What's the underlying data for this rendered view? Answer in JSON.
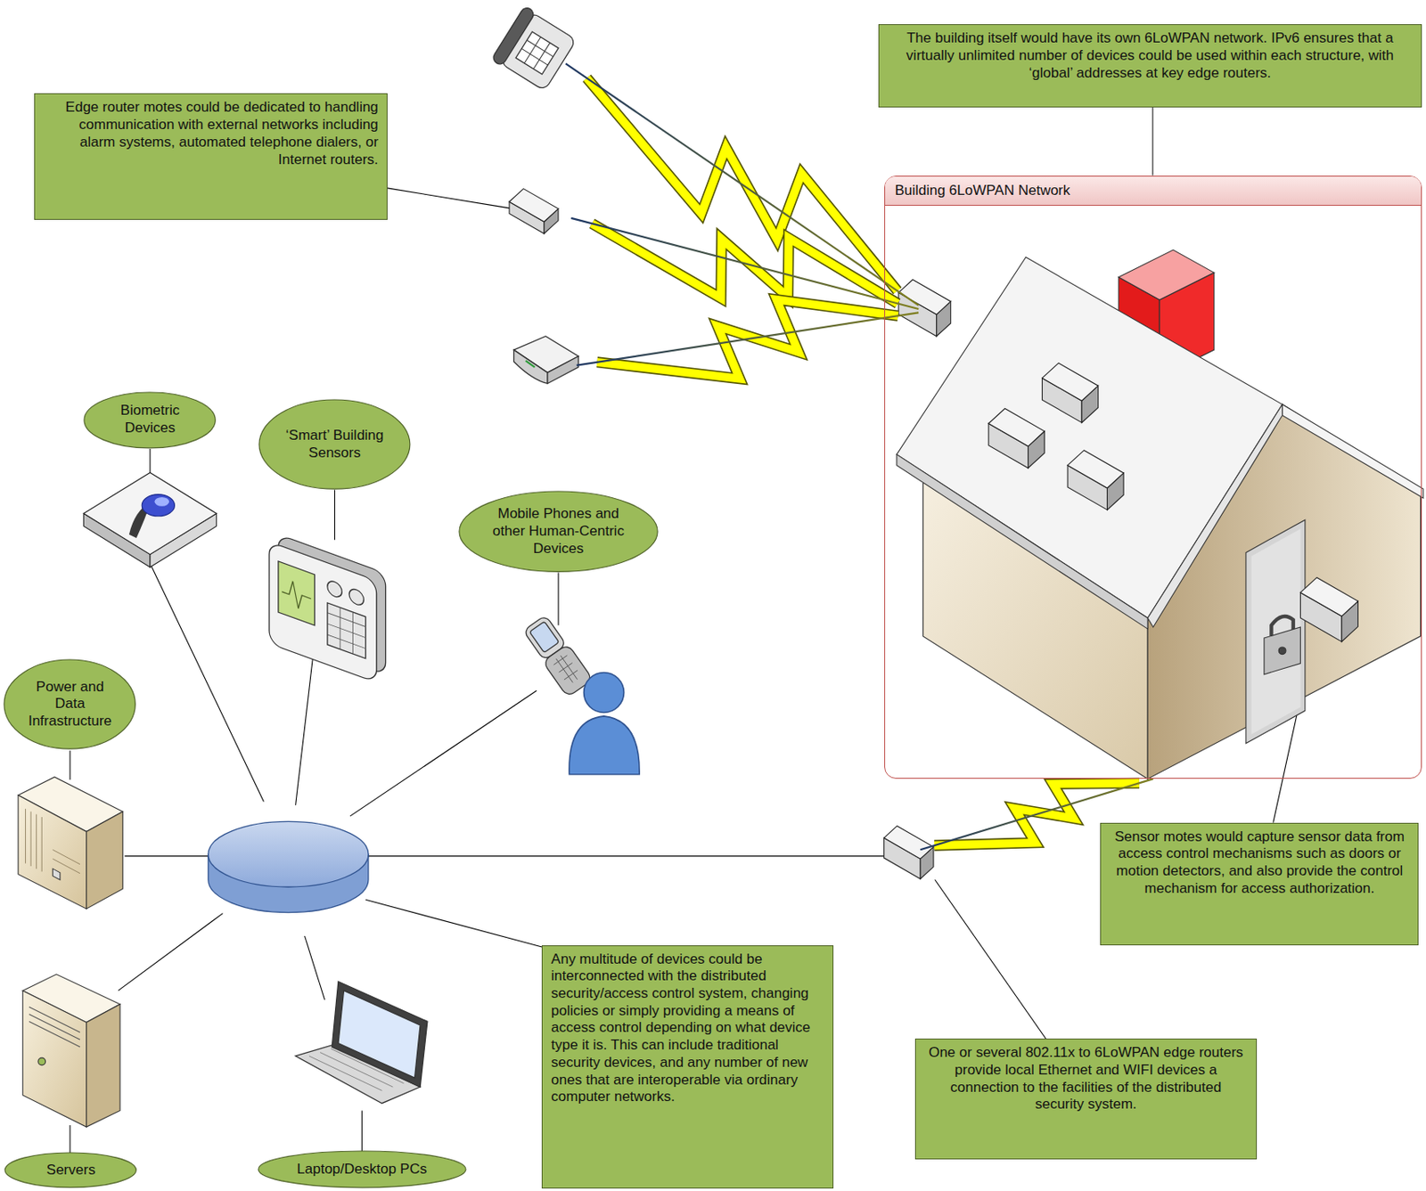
{
  "diagram": {
    "nodes": [
      {
        "text": [
          "Edge router motes could be dedicated to handling communication with external networks including alarm systems, automated telephone dialers, or Internet routers."
        ]
      },
      {
        "text": [
          "The building itself would have its own 6LoWPAN network. IPv6 ensures that a virtually unlimited number of devices could be used within each structure, with ‘global’ addresses at key edge routers."
        ]
      },
      {
        "text": [
          "Building 6LoWPAN Network"
        ]
      },
      {
        "text": [
          "Biometric Devices"
        ]
      },
      {
        "text": [
          "‘Smart’ Building Sensors"
        ]
      },
      {
        "text": [
          "Mobile Phones and other Human-Centric Devices"
        ]
      },
      {
        "text": [
          "Power and Data Infrastructure"
        ]
      },
      {
        "text": [
          "Sensor motes would capture sensor data from access control mechanisms such as doors or motion detectors, and also provide the control mechanism for access authorization."
        ]
      },
      {
        "text": [
          "Any multitude of devices could be interconnected with the distributed security/access control system, changing policies or simply providing a means of access control depending on what device type it is. This can include traditional security devices, and any number of new ones that are interoperable via ordinary computer networks."
        ]
      },
      {
        "text": [
          "One or several 802.11x to 6LoWPAN edge routers provide local Ethernet and WIFI devices a connection to the facilities of the distributed security system."
        ]
      },
      {
        "text": [
          "Servers"
        ]
      },
      {
        "text": [
          "Laptop/Desktop PCs"
        ]
      }
    ],
    "edges": [
      {
        "from": 1,
        "to": 2,
        "arrow": "none"
      }
    ]
  }
}
